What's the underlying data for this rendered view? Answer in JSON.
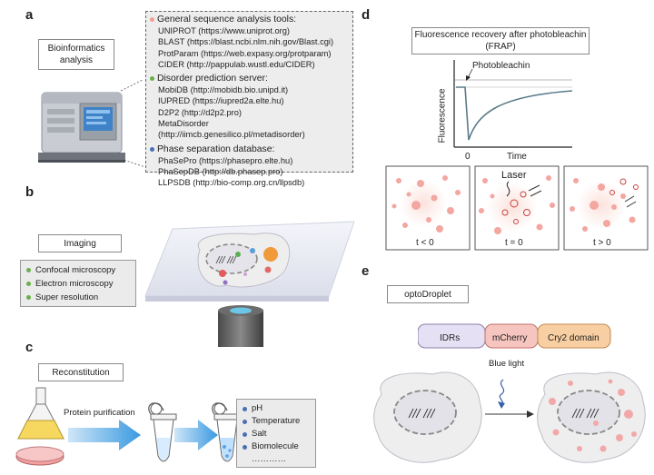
{
  "panels": {
    "a": "a",
    "b": "b",
    "c": "c",
    "d": "d",
    "e": "e"
  },
  "a": {
    "box_label": [
      "Bioinformatics",
      "analysis"
    ],
    "sections": [
      {
        "heading": "General sequence analysis tools:",
        "dot_color": "#f0a090",
        "items": [
          "UNIPROT (https://www.uniprot.org)",
          "BLAST (https://blast.ncbi.nlm.nih.gov/Blast.cgi)",
          "ProtParam (https://web.expasy.org/protparam)",
          "CIDER (http://pappulab.wustl.edu/CIDER)"
        ]
      },
      {
        "heading": "Disorder prediction server:",
        "dot_color": "#6ab04c",
        "items": [
          "MobiDB (http://mobidb.bio.unipd.it)",
          "IUPRED (https://iupred2a.elte.hu)",
          "D2P2 (http://d2p2.pro)",
          "MetaDisorder",
          "(http://iimcb.genesilico.pl/metadisorder)"
        ]
      },
      {
        "heading": "Phase separation database:",
        "dot_color": "#4a6fb5",
        "items": [
          "PhaSePro (https://phasepro.elte.hu)",
          "PhaSepDB (http://db.phasep.pro)",
          "LLPSDB (http://bio-comp.org.cn/llpsdb)"
        ]
      }
    ]
  },
  "b": {
    "box_label": "Imaging",
    "dot_color": "#6ab04c",
    "items": [
      "Confocal microscopy",
      "Electron microscopy",
      "Super resolution"
    ]
  },
  "c": {
    "box_label": "Reconstitution",
    "arrow_label": "Protein purification",
    "dot_color": "#4a6fb5",
    "items": [
      "pH",
      "Temperature",
      "Salt",
      "Biomolecule",
      "…………"
    ]
  },
  "d": {
    "title": [
      "Fluorescence recovery after photobleachin",
      "(FRAP)"
    ],
    "annotation": "Photobleachin",
    "ylabel": "Fluorescence",
    "xlabel": "Time",
    "x_zero": "0",
    "laser_label": "Laser",
    "time_labels": [
      "t < 0",
      "t = 0",
      "t > 0"
    ],
    "curve_color": "#5a7a8a"
  },
  "e": {
    "box_label": "optoDroplet",
    "constructs": [
      {
        "label": "IDRs",
        "fill": "#e6e0f4"
      },
      {
        "label": "mCherry",
        "fill": "#f6c5bf"
      },
      {
        "label": "Cry2 domain",
        "fill": "#f8cfa3"
      }
    ],
    "arrow_label": "Blue light"
  }
}
